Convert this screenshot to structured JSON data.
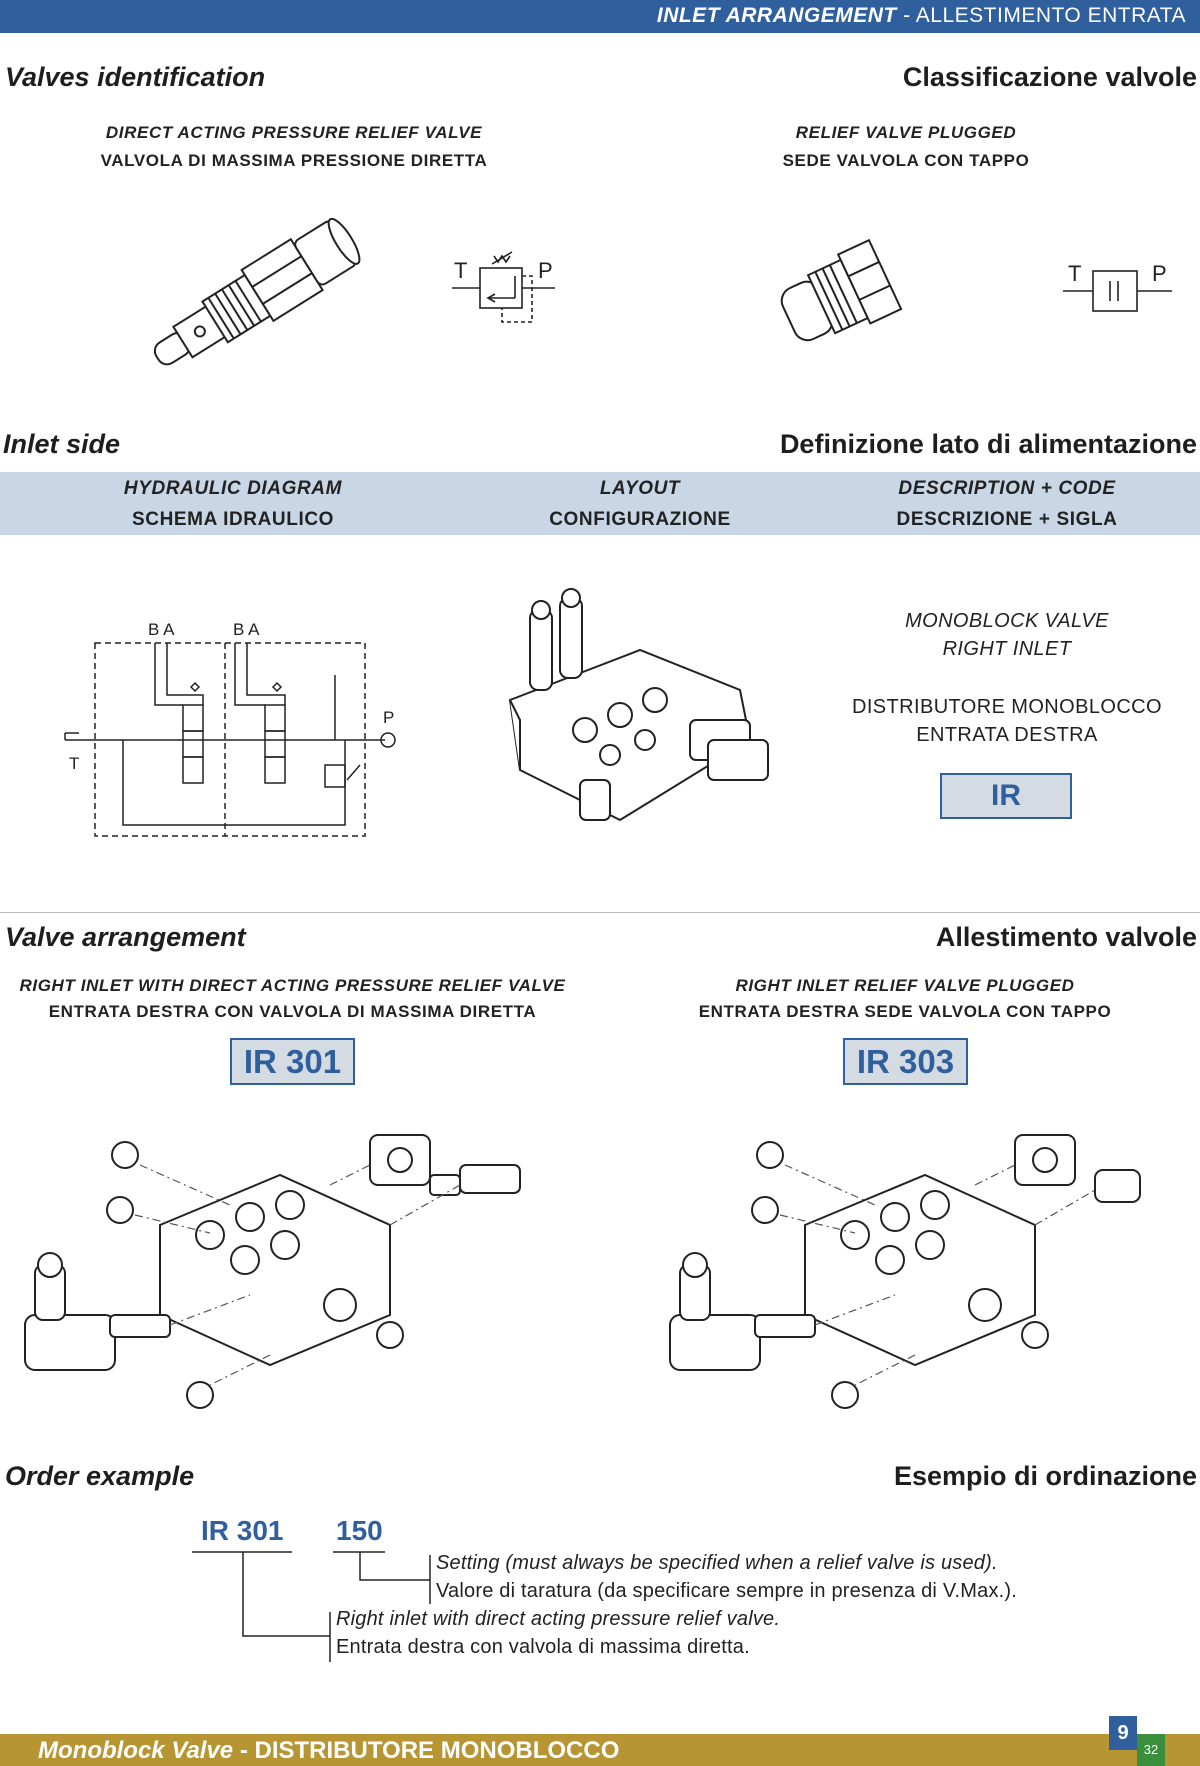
{
  "header": {
    "title_en": "INLET ARRANGEMENT",
    "separator": "-",
    "title_it": "ALLESTIMENTO ENTRATA"
  },
  "valves_identification": {
    "heading_en": "Valves identification",
    "heading_it": "Classificazione valvole",
    "item1": {
      "line1": "DIRECT ACTING PRESSURE RELIEF VALVE",
      "line2": "VALVOLA DI MASSIMA PRESSIONE DIRETTA"
    },
    "item2": {
      "line1": "RELIEF VALVE PLUGGED",
      "line2": "SEDE VALVOLA CON TAPPO"
    },
    "symbol_t": "T",
    "symbol_p": "P"
  },
  "inlet_side": {
    "heading_en": "Inlet side",
    "heading_it": "Definizione lato di alimentazione",
    "col1": {
      "line1": "HYDRAULIC DIAGRAM",
      "line2": "SCHEMA IDRAULICO"
    },
    "col2": {
      "line1": "LAYOUT",
      "line2": "CONFIGURAZIONE"
    },
    "col3": {
      "line1a": "DESCRIPTION",
      "line1b": "CODE",
      "line2a": "DESCRIZIONE",
      "line2b": "SIGLA",
      "plus": "+"
    },
    "diagram_labels": {
      "ba1": "B A",
      "ba2": "B A",
      "p": "P",
      "t": "T"
    },
    "desc_en_1": "MONOBLOCK VALVE",
    "desc_en_2": "RIGHT INLET",
    "desc_it_1": "DISTRIBUTORE MONOBLOCCO",
    "desc_it_2": "ENTRATA DESTRA",
    "code": "IR"
  },
  "valve_arrangement": {
    "heading_en": "Valve arrangement",
    "heading_it": "Allestimento valvole",
    "left": {
      "line1": "RIGHT INLET WITH DIRECT ACTING PRESSURE RELIEF VALVE",
      "line2": "ENTRATA DESTRA CON VALVOLA DI MASSIMA DIRETTA",
      "code": "IR 301"
    },
    "right": {
      "line1": "RIGHT INLET RELIEF VALVE PLUGGED",
      "line2": "ENTRATA DESTRA SEDE VALVOLA CON TAPPO",
      "code": "IR 303"
    }
  },
  "order_example": {
    "heading_en": "Order example",
    "heading_it": "Esempio di ordinazione",
    "code1": "IR 301",
    "code2": "150",
    "setting_en": "Setting (must always be specified when a relief valve is used).",
    "setting_it": "Valore di taratura (da specificare sempre in presenza di V.Max.).",
    "inlet_en": "Right inlet with direct acting pressure relief valve.",
    "inlet_it": "Entrata destra con valvola di massima diretta."
  },
  "footer": {
    "title_en": "Monoblock Valve",
    "separator": "-",
    "title_it": "DISTRIBUTORE MONOBLOCCO",
    "page_number": "9",
    "page_index": "32"
  },
  "colors": {
    "brand_blue": "#2f5f9c",
    "band_blue": "#c9d6e6",
    "footer_gold": "#b79532",
    "page_green": "#3b8e3b"
  }
}
